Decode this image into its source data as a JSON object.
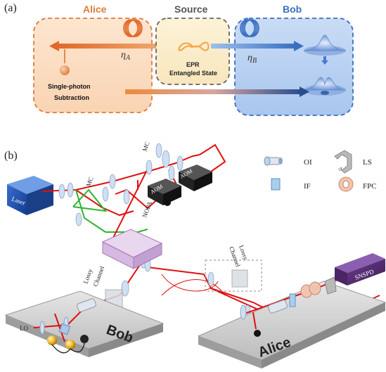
{
  "panel_a": {
    "label": "(a)",
    "alice": {
      "title": "Alice",
      "eta": "η",
      "eta_sub": "A",
      "sub1": "Single-photon",
      "sub2": "Subtraction"
    },
    "source": {
      "title": "Source",
      "line1": "EPR",
      "line2": "Entangled State"
    },
    "bob": {
      "title": "Bob",
      "eta": "η",
      "eta_sub": "B"
    }
  },
  "panel_b": {
    "label": "(b)",
    "laser": "Laser",
    "mc1": "MC",
    "mc2": "MC",
    "aom1": "AOM",
    "aom2": "AOM",
    "nopa": "NOPA",
    "lossy_left": [
      "Lossy",
      "Channel"
    ],
    "lossy_right": [
      "Lossy",
      "Channel"
    ],
    "lo": "LO",
    "bob": "Bob",
    "alice": "Alice",
    "snspd": "SNSPD",
    "legend": {
      "oi": "OI",
      "ls": "LS",
      "if": "IF",
      "fpc": "FPC"
    }
  },
  "colors": {
    "alice": "#e07a3a",
    "source": "#555555",
    "bob": "#3a6fc0",
    "beam": "#e01010",
    "pump": "#2bb52b"
  }
}
